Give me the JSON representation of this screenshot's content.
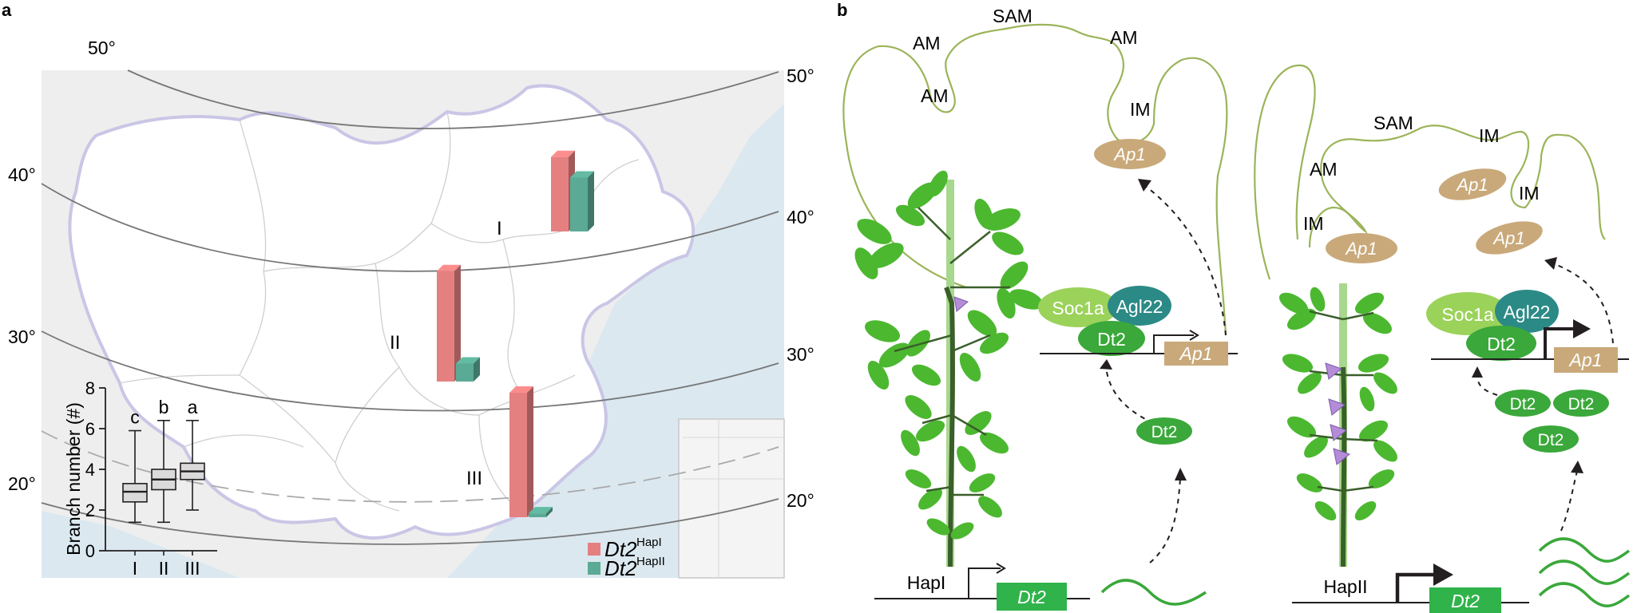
{
  "panel_a": {
    "panel_letter": "a",
    "latitudes": {
      "l50": "50°",
      "l40": "40°",
      "l30": "30°",
      "l20": "20°"
    },
    "regions": [
      "I",
      "II",
      "III"
    ],
    "legend": [
      {
        "gene": "Dt2",
        "haplotype": "HapI",
        "color": "#e58080"
      },
      {
        "gene": "Dt2",
        "haplotype": "HapII",
        "color": "#5aaa95"
      }
    ],
    "colors": {
      "land": "#ffffff",
      "foreign_land": "#eeeeee",
      "sea": "#dbe8f0",
      "latitude_line": "#777777"
    },
    "chart_data": {
      "type": "bar",
      "note_title": "",
      "categories": [
        "I",
        "II",
        "III"
      ],
      "series": [
        {
          "name": "Dt2 HapI",
          "values": [
            0.58,
            0.86,
            0.97
          ]
        },
        {
          "name": "Dt2 HapII",
          "values": [
            0.42,
            0.14,
            0.03
          ]
        }
      ]
    },
    "boxplot": {
      "type": "box",
      "ylabel": "Branch number (#)",
      "yticks": [
        "0",
        "2",
        "4",
        "6",
        "8"
      ],
      "ylim": [
        0,
        8
      ],
      "categories": [
        "I",
        "II",
        "III"
      ],
      "letters": [
        "c",
        "b",
        "a"
      ],
      "boxes": [
        {
          "min": 1.4,
          "q1": 2.4,
          "median": 2.9,
          "q3": 3.3,
          "max": 5.9
        },
        {
          "min": 1.4,
          "q1": 3.0,
          "median": 3.5,
          "q3": 4.0,
          "max": 6.4
        },
        {
          "min": 2.0,
          "q1": 3.5,
          "median": 3.9,
          "q3": 4.3,
          "max": 6.4
        }
      ]
    }
  },
  "panel_b": {
    "panel_letter": "b",
    "left": {
      "meristem_labels": {
        "am1": "AM",
        "sam": "SAM",
        "am2": "AM",
        "am3": "AM",
        "im": "IM"
      },
      "ap1_protein": "Ap1",
      "complex": {
        "soc1a": "Soc1a",
        "agl22": "Agl22",
        "dt2": "Dt2"
      },
      "ap1_gene": "Ap1",
      "dt2_protein": "Dt2",
      "promoter": "HapI",
      "dt2_gene": "Dt2"
    },
    "right": {
      "meristem_labels": {
        "sam": "SAM",
        "am": "AM",
        "im1": "IM",
        "im2": "IM",
        "im3": "IM"
      },
      "ap1_proteins": [
        "Ap1",
        "Ap1",
        "Ap1"
      ],
      "complex": {
        "soc1a": "Soc1a",
        "agl22": "Agl22",
        "dt2": "Dt2"
      },
      "ap1_gene": "Ap1",
      "dt2_proteins": [
        "Dt2",
        "Dt2",
        "Dt2"
      ],
      "promoter": "HapII",
      "dt2_gene": "Dt2"
    },
    "colors": {
      "meristem_outline": "#9bb45a",
      "ap1": "#c9a97a",
      "soc1a": "#9bd25a",
      "agl22": "#2c8a86",
      "dt2": "#3aa83a",
      "dt2_gene": "#2fb34a",
      "mrna": "#3aa83a",
      "leaf": "#4cb830",
      "stem": "#3a5f2a",
      "flower": "#b48cd8"
    }
  }
}
